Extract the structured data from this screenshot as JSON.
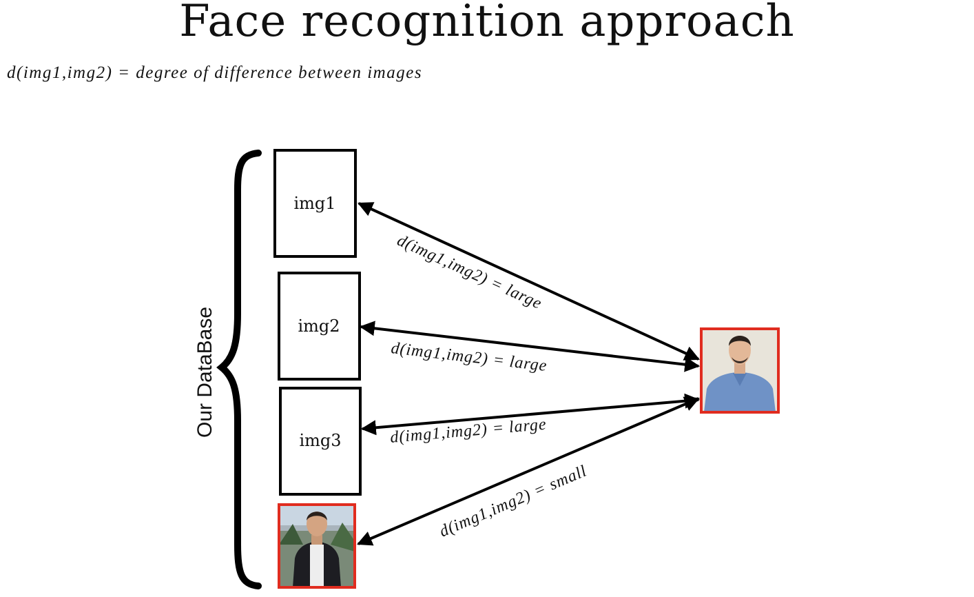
{
  "title": "Face recognition approach",
  "definition": "d(img1,img2) = degree of difference between images",
  "database_label": "Our DataBase",
  "database_items": [
    "img1",
    "img2",
    "img3"
  ],
  "edge_labels": [
    "d(img1,img2) = large",
    "d(img1,img2) = large",
    "d(img1,img2) = large",
    "d(img1,img2) = small"
  ],
  "colors": {
    "photo_border": "#e02c1f",
    "line": "#000000",
    "query_background": "#e8e4da",
    "query_shirt": "#6f92c6",
    "db_photo_jacket": "#1d1d22"
  }
}
